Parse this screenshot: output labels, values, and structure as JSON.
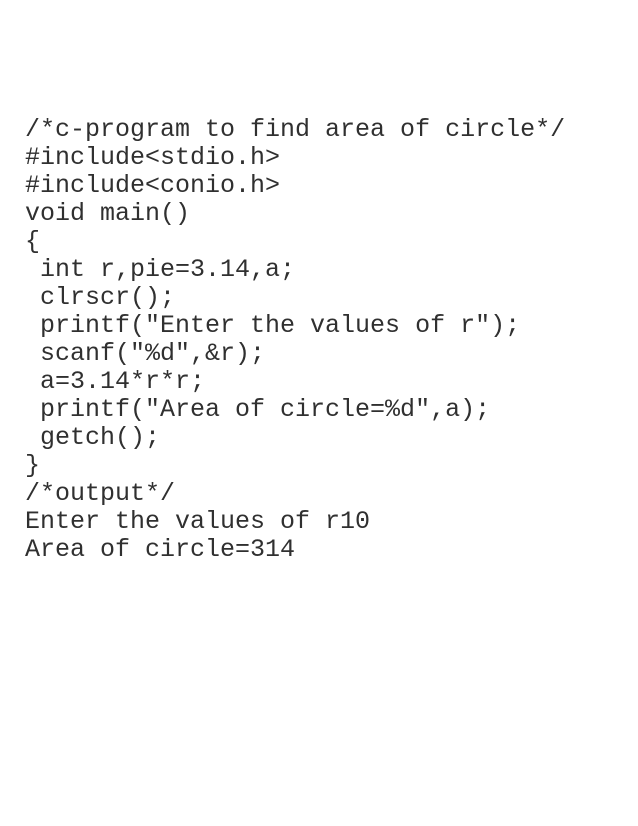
{
  "page": {
    "background": "#ffffff",
    "text_color": "#303030"
  },
  "code": {
    "language": "c",
    "lines": [
      "/*c-program to find area of circle*/",
      "#include<stdio.h>",
      "#include<conio.h>",
      "void main()",
      "{",
      " int r,pie=3.14,a;",
      " clrscr();",
      " printf(\"Enter the values of r\");",
      " scanf(\"%d\",&r);",
      " a=3.14*r*r;",
      " printf(\"Area of circle=%d\",a);",
      " getch();",
      "}",
      "/*output*/",
      "Enter the values of r10",
      "Area of circle=314"
    ]
  }
}
